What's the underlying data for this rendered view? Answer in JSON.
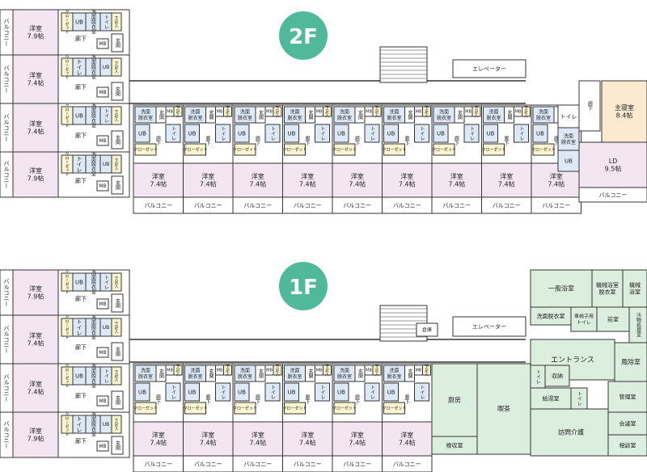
{
  "floors": [
    {
      "badge": "2F"
    },
    {
      "badge": "1F"
    }
  ],
  "colors": {
    "bedroom": "#f3e6f1",
    "bath": "#dde9f7",
    "wash": "#dde9f7",
    "closet": "#fbf6d0",
    "storage": "#fbf6d0",
    "common": "#dcefdf",
    "master": "#fde9cf",
    "badge": "#4fb99a",
    "line": "#333333"
  },
  "labels": {
    "balcony": "バルコニー",
    "western_79": "洋室\n7.9帖",
    "western_74": "洋室\n7.4帖",
    "corridor": "廊下",
    "ub": "UB",
    "mb": "MB",
    "toilet": "トイレ",
    "wash_dress": "洗面\n脱衣室",
    "entry": "玄関",
    "shoes": "下足入",
    "closet": "クローゼット",
    "elevator": "エレベーター",
    "master": "主寝室\n8.4帖",
    "ld": "LD\n9.5帖",
    "store": "倉庫",
    "general_bath": "一般浴室",
    "machine_bath": "機械浴室\n脱衣室",
    "machine": "機械\n浴室",
    "wash_room": "洗面脱衣室",
    "wheelchair_toilet": "車椅子用\nトイレ",
    "front_room": "前室",
    "dirty": "汚物\n処理室",
    "entrance": "エントランス",
    "wind": "風除室",
    "storage": "収納",
    "kitchen": "厨房",
    "dining": "喫茶",
    "hot_water": "給湯室",
    "manager": "管理室",
    "meeting": "会議室",
    "visit_care": "訪問介護",
    "consult": "相談室",
    "inspect": "検収室"
  }
}
